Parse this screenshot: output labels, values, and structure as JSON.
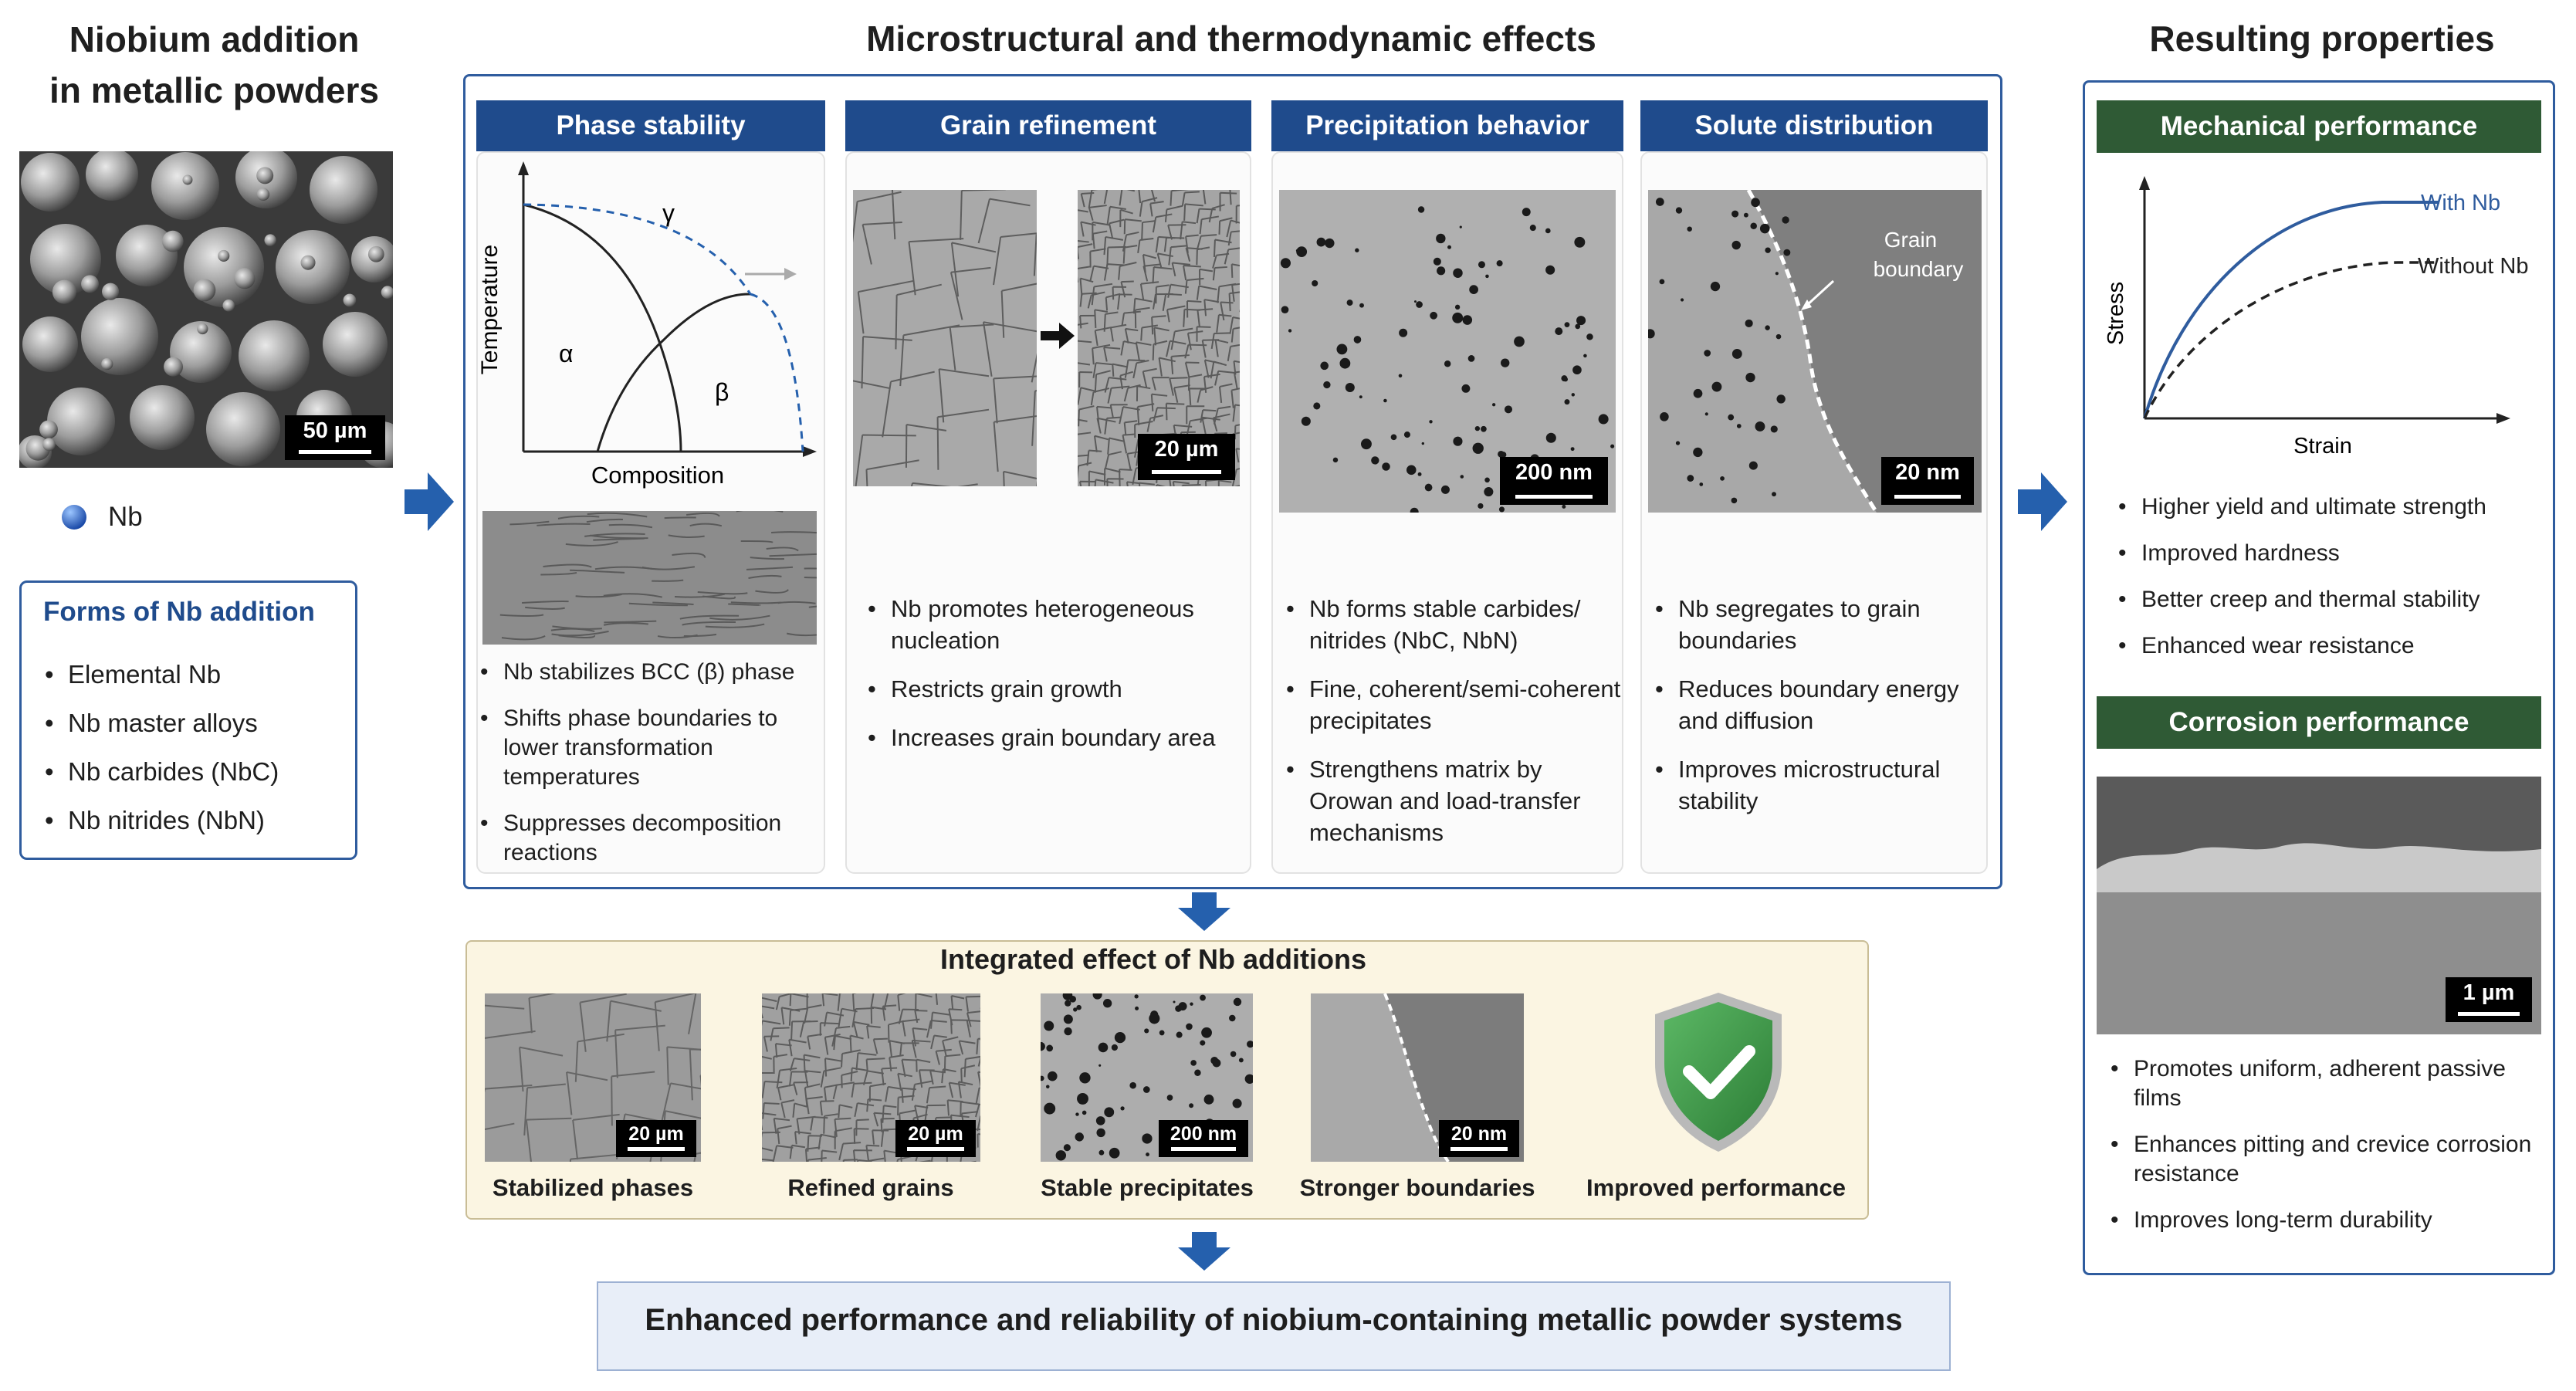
{
  "left": {
    "title": "Niobium addition\nin metallic powders",
    "sem_scale": "50 µm",
    "legend_label": "Nb",
    "forms_title": "Forms of Nb addition",
    "forms": [
      "Elemental Nb",
      "Nb master alloys",
      "Nb carbides (NbC)",
      "Nb nitrides (NbN)"
    ]
  },
  "middle": {
    "title": "Microstructural and thermodynamic effects",
    "panels": [
      {
        "header": "Phase stability",
        "diagram": {
          "y_label": "Temperature",
          "x_label": "Composition",
          "gamma": "γ",
          "alpha": "α",
          "beta": "β"
        },
        "bullets": [
          "Nb stabilizes BCC (β) phase",
          "Shifts phase boundaries to lower transformation temperatures",
          "Suppresses decomposition reactions"
        ]
      },
      {
        "header": "Grain refinement",
        "scale": "20 µm",
        "bullets": [
          "Nb promotes heterogeneous nucleation",
          "Restricts grain growth",
          "Increases grain boundary area"
        ]
      },
      {
        "header": "Precipitation behavior",
        "scale": "200 nm",
        "bullets": [
          "Nb forms stable carbides/ nitrides (NbC, NbN)",
          "Fine, coherent/semi-coherent precipitates",
          "Strengthens matrix by Orowan and load-transfer mechanisms"
        ]
      },
      {
        "header": "Solute distribution",
        "scale": "20 nm",
        "annotation": "Grain\nboundary",
        "bullets": [
          "Nb segregates to grain boundaries",
          "Reduces boundary energy and diffusion",
          "Improves microstructural stability"
        ]
      }
    ],
    "integrated": {
      "title": "Integrated effect of Nb additions",
      "items": [
        {
          "caption": "Stabilized phases",
          "scale": "20 µm"
        },
        {
          "caption": "Refined grains",
          "scale": "20 µm"
        },
        {
          "caption": "Stable precipitates",
          "scale": "200 nm"
        },
        {
          "caption": "Stronger boundaries",
          "scale": "20 nm"
        },
        {
          "caption": "Improved performance",
          "scale": ""
        }
      ]
    },
    "conclusion": "Enhanced performance and reliability of niobium-containing metallic powder systems"
  },
  "right": {
    "title": "Resulting properties",
    "mechanical": {
      "header": "Mechanical performance",
      "chart_data": {
        "type": "line",
        "xlabel": "Strain",
        "ylabel": "Stress",
        "series": [
          {
            "name": "With Nb",
            "style": "solid",
            "color": "#2f5c9e"
          },
          {
            "name": "Without Nb",
            "style": "dashed",
            "color": "#222222"
          }
        ]
      },
      "bullets": [
        "Higher yield and ultimate strength",
        "Improved hardness",
        "Better creep and thermal stability",
        "Enhanced wear resistance"
      ]
    },
    "corrosion": {
      "header": "Corrosion performance",
      "scale": "1 µm",
      "bullets": [
        "Promotes uniform, adherent passive films",
        "Enhances pitting and crevice corrosion resistance",
        "Improves long-term durability"
      ]
    }
  },
  "colors": {
    "navy": "#1f4b8c",
    "frame_blue": "#2f5c9e",
    "green": "#2f5a35",
    "beige": "#fbf5e2",
    "check_green": "#3e9a48"
  },
  "icons": [
    "right-arrow-icon",
    "down-arrow-icon",
    "shield-check-icon",
    "nb-sphere-icon"
  ]
}
